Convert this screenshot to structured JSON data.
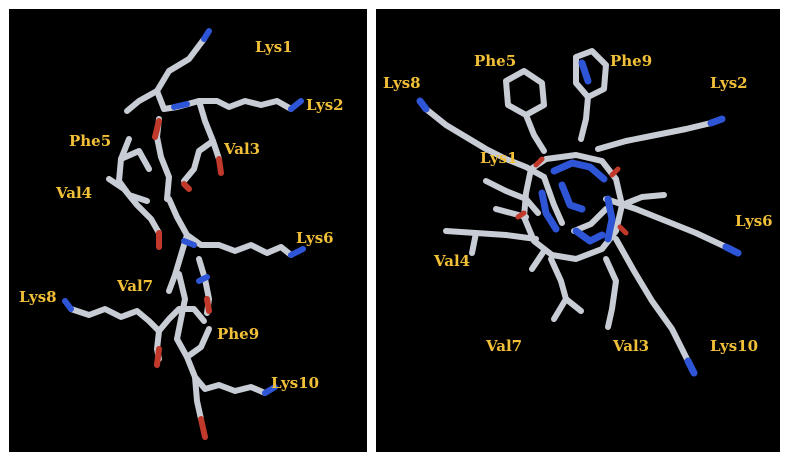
{
  "colors": {
    "background": "#000000",
    "label": "#f2c038",
    "carbon": "#c8ccd4",
    "nitrogen": "#2e55d6",
    "oxygen": "#c0392b"
  },
  "panels": [
    {
      "view": "side",
      "labels": [
        "Lys1",
        "Lys2",
        "Phe5",
        "Val3",
        "Val4",
        "Lys6",
        "Lys8",
        "Val7",
        "Phe9",
        "Lys10"
      ]
    },
    {
      "view": "top",
      "labels": [
        "Phe5",
        "Phe9",
        "Lys8",
        "Lys2",
        "Lys1",
        "Lys6",
        "Val4",
        "Val7",
        "Val3",
        "Lys10"
      ]
    }
  ]
}
